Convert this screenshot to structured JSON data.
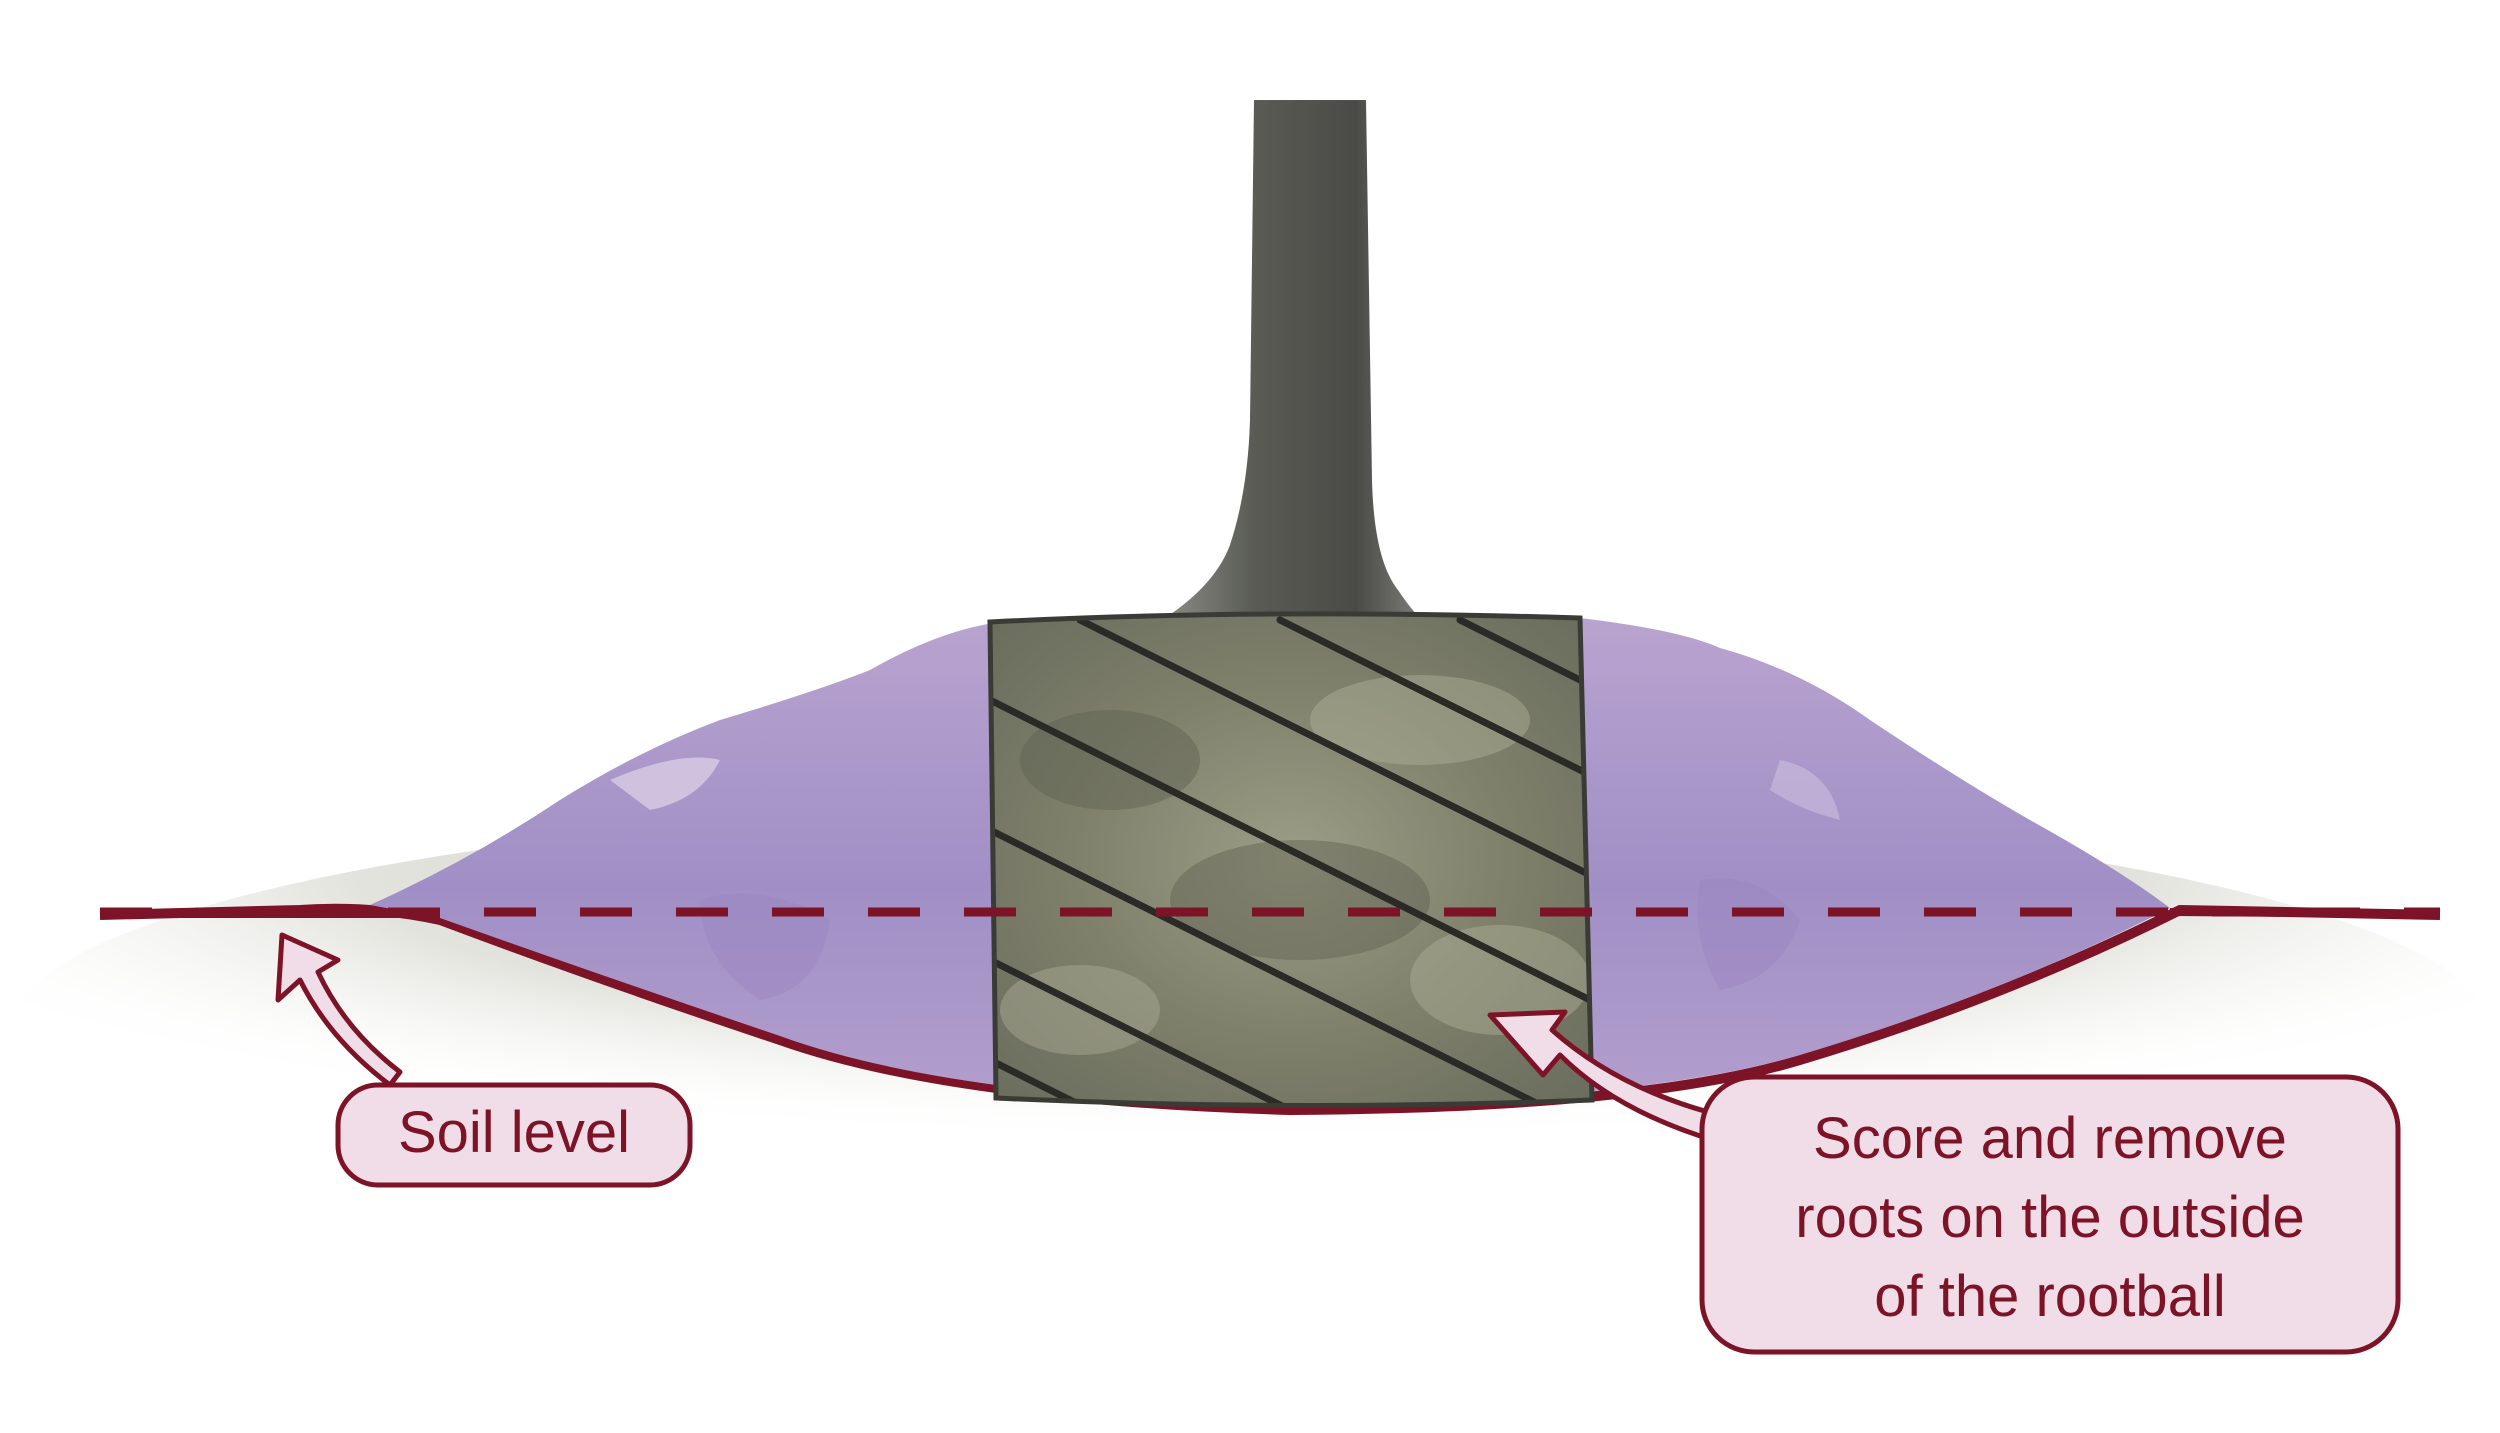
{
  "labels": {
    "soil_level": "Soil level",
    "score_line_1": "Score and remove",
    "score_line_2": "roots on the outside",
    "score_line_3": "of the rootball"
  },
  "colors": {
    "accent": "#7d1326",
    "callout_fill": "#f0dde8",
    "mound": "#a892c6",
    "rootball": "#7d7f68",
    "trunk": "#6f706a",
    "ground_shadow": "#d9dbd3"
  }
}
